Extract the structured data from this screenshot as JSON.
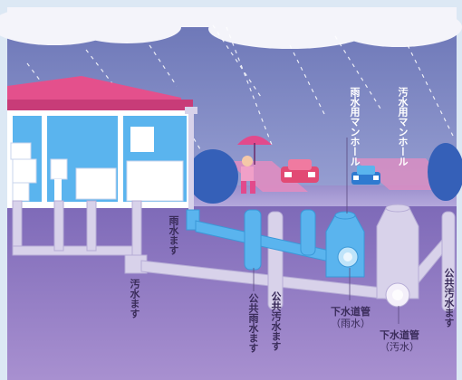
{
  "labels": {
    "rain_manhole": "雨水用マンホール",
    "sewage_manhole": "汚水用マンホール",
    "rain_basin": "雨水ます",
    "sewage_basin": "汚水ます",
    "public_rain_basin": "公共雨水ます",
    "public_sewage_basin": "公共汚水ます",
    "public_sewage_basin_right": "公共汚水ます",
    "sewer_pipe_rain_line1": "下水道管",
    "sewer_pipe_rain_line2": "（雨水）",
    "sewer_pipe_sewage_line1": "下水道管",
    "sewer_pipe_sewage_line2": "（汚水）"
  },
  "colors": {
    "sky": "#8a92c8",
    "underground": "#8a70bc",
    "roof": "#e0508c",
    "rain_pipe": "#5ab4ee",
    "sewage_pipe": "#d8d2ea",
    "car": "#e24a74",
    "car_blue": "#2e7ad0"
  }
}
